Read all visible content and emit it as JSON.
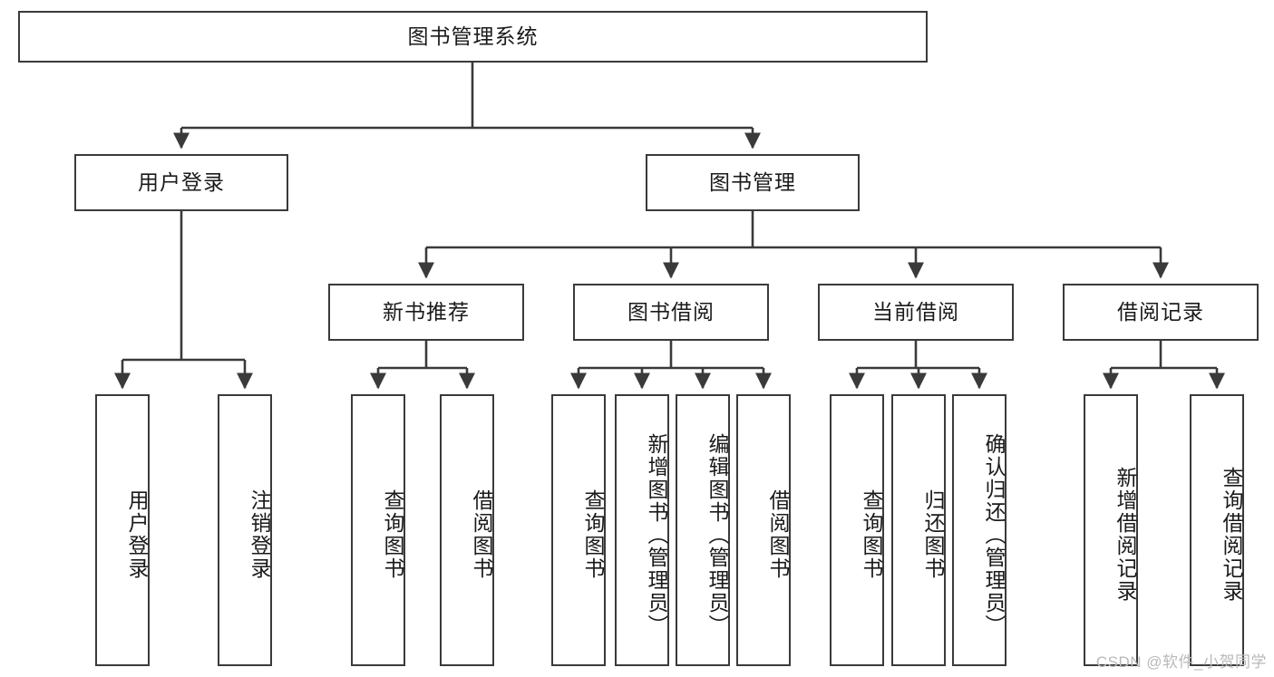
{
  "diagram": {
    "title": "图书管理系统",
    "type": "tree-hierarchy-diagram",
    "colors": {
      "node_border": "#3a3a3a",
      "node_fill": "#ffffff",
      "edge": "#3a3a3a",
      "text": "#1a1a1a",
      "watermark": "#b9b9b9",
      "background": "#ffffff"
    },
    "levels": {
      "root": {
        "label": "图书管理系统"
      },
      "level2": [
        {
          "label": "用户登录"
        },
        {
          "label": "图书管理"
        }
      ],
      "level3": [
        {
          "label": "新书推荐"
        },
        {
          "label": "图书借阅"
        },
        {
          "label": "当前借阅"
        },
        {
          "label": "借阅记录"
        }
      ],
      "leaves": [
        {
          "label": "用户登录",
          "parent": "用户登录"
        },
        {
          "label": "注销登录",
          "parent": "用户登录"
        },
        {
          "label": "查询图书",
          "parent": "新书推荐"
        },
        {
          "label": "借阅图书",
          "parent": "新书推荐"
        },
        {
          "label": "查询图书",
          "parent": "图书借阅"
        },
        {
          "label": "新增图书（管理员）",
          "parent": "图书借阅"
        },
        {
          "label": "编辑图书（管理员）",
          "parent": "图书借阅"
        },
        {
          "label": "借阅图书",
          "parent": "图书借阅"
        },
        {
          "label": "查询图书",
          "parent": "当前借阅"
        },
        {
          "label": "归还图书",
          "parent": "当前借阅"
        },
        {
          "label": "确认归还（管理员）",
          "parent": "当前借阅"
        },
        {
          "label": "新增借阅记录",
          "parent": "借阅记录"
        },
        {
          "label": "查询借阅记录",
          "parent": "借阅记录"
        }
      ]
    },
    "watermark": "CSDN @软件_小贺同学"
  }
}
